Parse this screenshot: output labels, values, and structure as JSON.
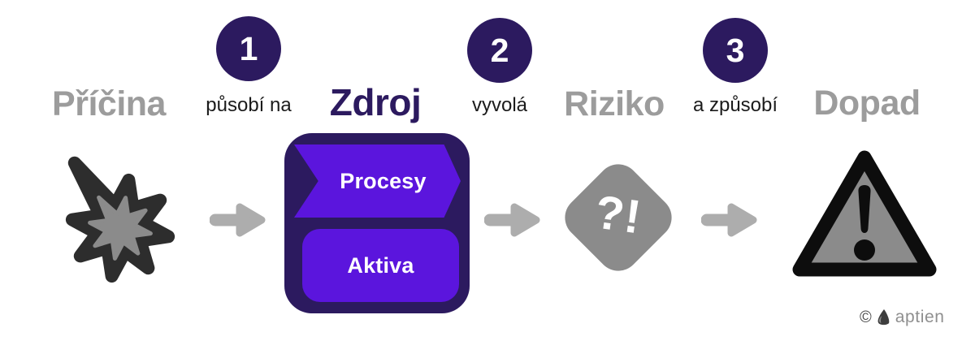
{
  "flow": {
    "cause": {
      "label": "Příčina"
    },
    "step1": {
      "number": "1",
      "label": "působí na"
    },
    "source": {
      "label": "Zdroj",
      "items": [
        {
          "label": "Procesy"
        },
        {
          "label": "Aktiva"
        }
      ]
    },
    "step2": {
      "number": "2",
      "label": "vyvolá"
    },
    "risk": {
      "label": "Riziko",
      "symbol": "?!"
    },
    "step3": {
      "number": "3",
      "label": "a způsobí"
    },
    "impact": {
      "label": "Dopad"
    }
  },
  "footer": {
    "copyright_symbol": "©",
    "brand": "aptien"
  },
  "colors": {
    "dark_indigo": "#2c1a5f",
    "accent_purple": "#5b15dd",
    "heading_gray": "#9c9c9c",
    "icon_gray": "#8b8b8b",
    "arrow_gray": "#adadad",
    "text_dark": "#1b1b1b"
  }
}
